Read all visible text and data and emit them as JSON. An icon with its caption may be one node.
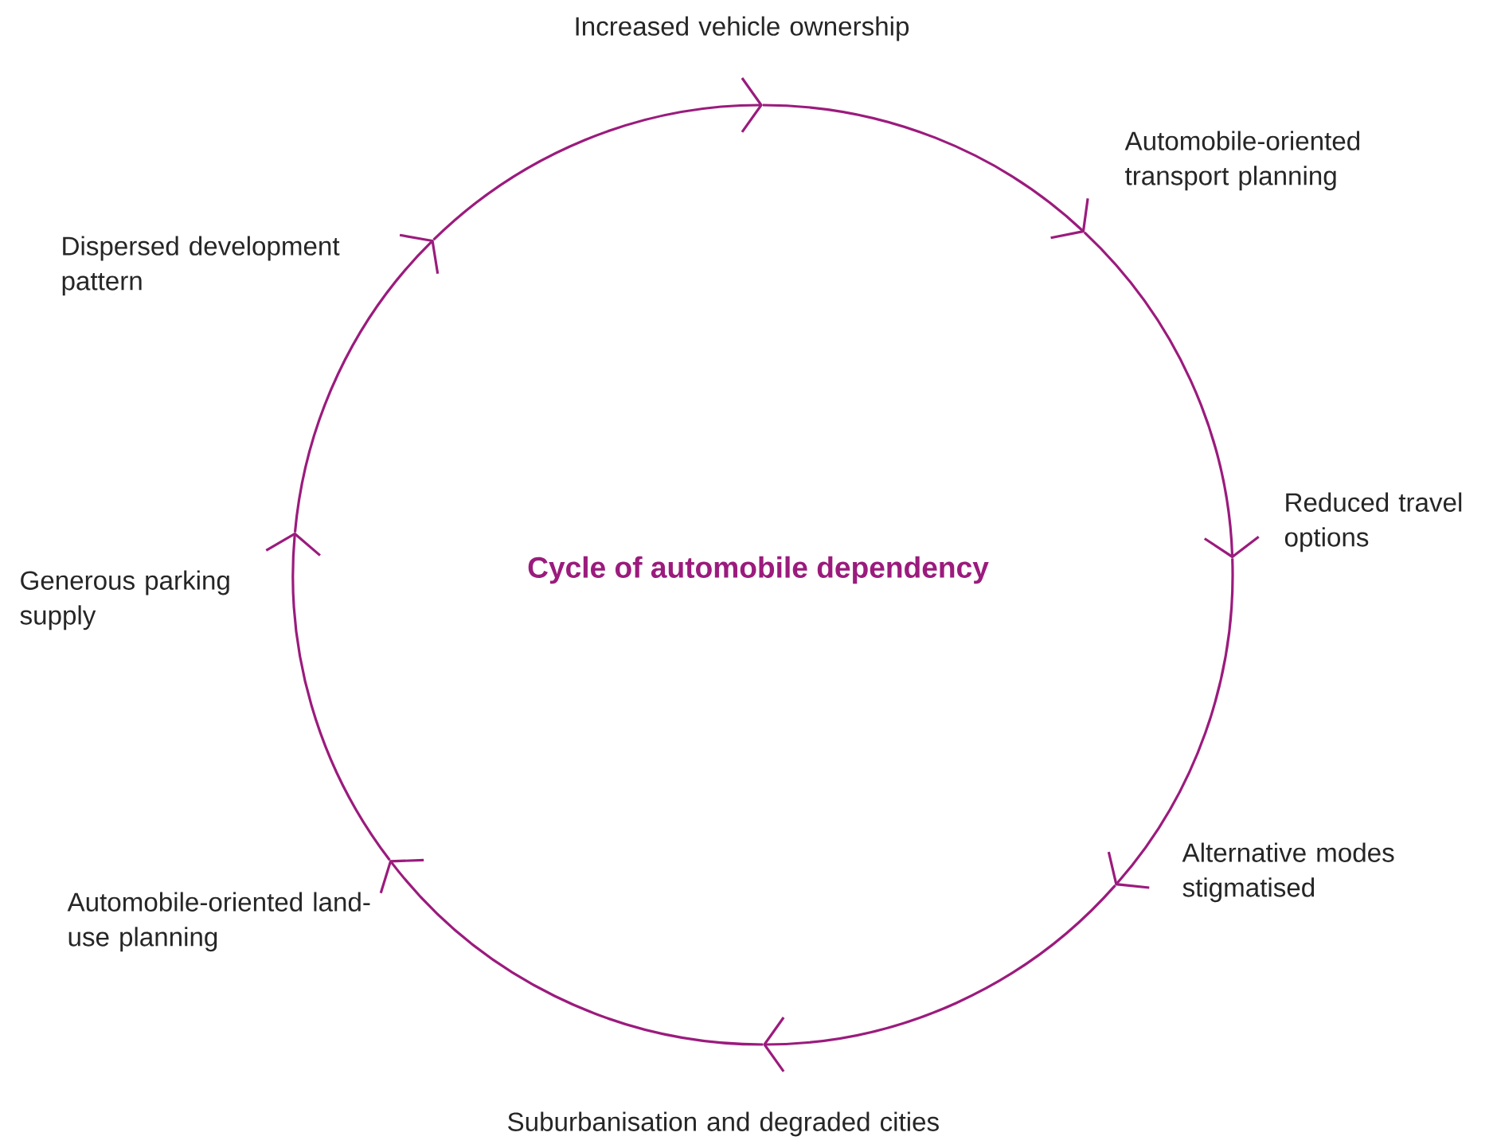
{
  "diagram": {
    "title": "Cycle of automobile dependency",
    "nodes": [
      {
        "text": [
          "Increased vehicle ownership"
        ]
      },
      {
        "text": [
          "Automobile-oriented transport planning"
        ]
      },
      {
        "text": [
          "Reduced travel options"
        ]
      },
      {
        "text": [
          "Alternative modes stigmatised"
        ]
      },
      {
        "text": [
          "Suburbanisation and degraded cities"
        ]
      },
      {
        "text": [
          "Automobile-oriented land-use planning"
        ]
      },
      {
        "text": [
          "Generous parking supply"
        ]
      },
      {
        "text": [
          "Dispersed development pattern"
        ]
      }
    ],
    "edges": [
      {
        "from": 0,
        "to": 1,
        "arrow": "to"
      },
      {
        "from": 1,
        "to": 2,
        "arrow": "to"
      },
      {
        "from": 2,
        "to": 3,
        "arrow": "to"
      },
      {
        "from": 3,
        "to": 4,
        "arrow": "to"
      },
      {
        "from": 4,
        "to": 5,
        "arrow": "to"
      },
      {
        "from": 5,
        "to": 6,
        "arrow": "to"
      },
      {
        "from": 6,
        "to": 7,
        "arrow": "to"
      },
      {
        "from": 7,
        "to": 0,
        "arrow": "to"
      }
    ]
  }
}
